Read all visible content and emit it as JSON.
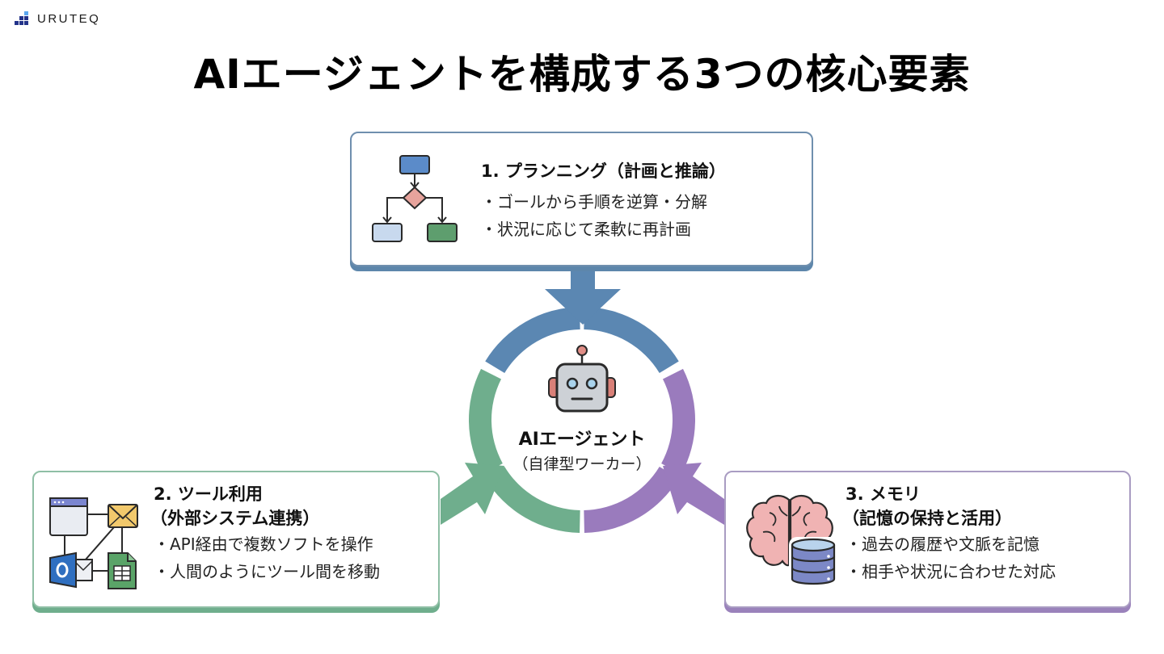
{
  "brand": {
    "name": "URUTEQ",
    "logo_icon": "stacked-squares-logo-icon",
    "logo_color": "#23338a",
    "logo_accent": "#5aa7f0"
  },
  "title": "AIエージェントを構成する3つの核心要素",
  "center": {
    "icon": "robot-icon",
    "title": "AIエージェント",
    "subtitle": "（自律型ワーカー）"
  },
  "elements": [
    {
      "key": "planning",
      "heading": "1. プランニング（計画と推論）",
      "subheading": "",
      "bullets": [
        "ゴールから手順を逆算・分解",
        "状況に応じて柔軟に再計画"
      ],
      "icon": "flowchart-icon",
      "color": "#5b87b2"
    },
    {
      "key": "tools",
      "heading": "2. ツール利用",
      "subheading": "（外部システム連携）",
      "bullets": [
        "API経由で複数ソフトを操作",
        "人間のようにツール間を移動"
      ],
      "icon": "connected-apps-icon",
      "color": "#6fae8d"
    },
    {
      "key": "memory",
      "heading": "3. メモリ",
      "subheading": "（記憶の保持と活用）",
      "bullets": [
        "過去の履歴や文脈を記憶",
        "相手や状況に合わせた対応"
      ],
      "icon": "brain-database-icon",
      "color": "#9a7bbd"
    }
  ]
}
